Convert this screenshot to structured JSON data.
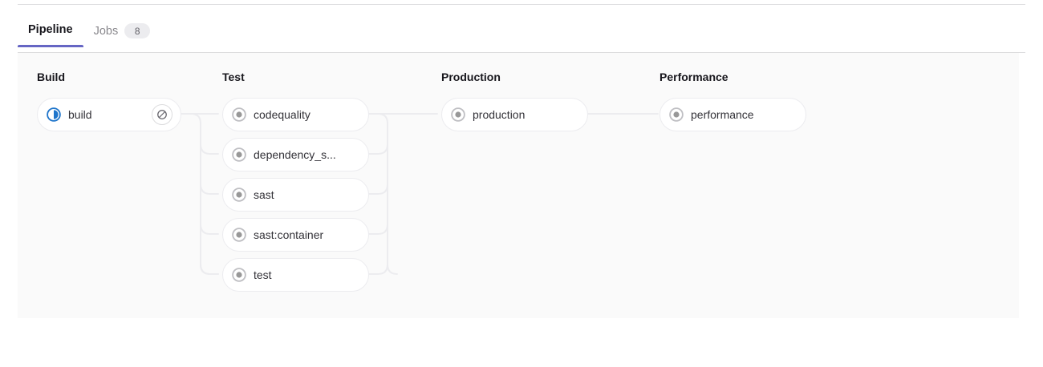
{
  "tabs": [
    {
      "label": "Pipeline",
      "active": true,
      "badge": null,
      "name": "tab-pipeline"
    },
    {
      "label": "Jobs",
      "active": false,
      "badge": "8",
      "name": "tab-jobs"
    }
  ],
  "colors": {
    "accent": "#6666c4",
    "running": "#1f75cb",
    "created": "#999999",
    "panel_bg": "#fafafa",
    "node_border": "#ececef",
    "connector": "#ececef",
    "text": "#333238",
    "text_muted": "#89888d"
  },
  "pipeline": {
    "stages": [
      {
        "title": "Build",
        "jobs": [
          {
            "label": "build",
            "status": "running",
            "status_icon": "status-running-icon",
            "action": "cancel",
            "action_icon": "cancel-icon"
          }
        ]
      },
      {
        "title": "Test",
        "jobs": [
          {
            "label": "codequality",
            "status": "created",
            "status_icon": "status-created-icon",
            "action": null,
            "action_icon": null
          },
          {
            "label": "dependency_s...",
            "status": "created",
            "status_icon": "status-created-icon",
            "action": null,
            "action_icon": null
          },
          {
            "label": "sast",
            "status": "created",
            "status_icon": "status-created-icon",
            "action": null,
            "action_icon": null
          },
          {
            "label": "sast:container",
            "status": "created",
            "status_icon": "status-created-icon",
            "action": null,
            "action_icon": null
          },
          {
            "label": "test",
            "status": "created",
            "status_icon": "status-created-icon",
            "action": null,
            "action_icon": null
          }
        ]
      },
      {
        "title": "Production",
        "jobs": [
          {
            "label": "production",
            "status": "created",
            "status_icon": "status-created-icon",
            "action": null,
            "action_icon": null
          }
        ]
      },
      {
        "title": "Performance",
        "jobs": [
          {
            "label": "performance",
            "status": "created",
            "status_icon": "status-created-icon",
            "action": null,
            "action_icon": null
          }
        ]
      }
    ]
  }
}
